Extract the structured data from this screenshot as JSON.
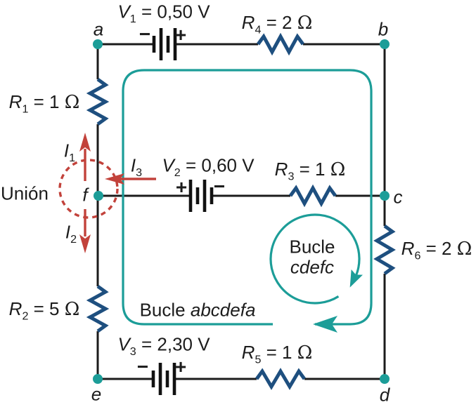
{
  "colors": {
    "teal": "#1c9d98",
    "navy": "#1e4f7f",
    "red": "#c2423b",
    "wire": "#1b1b1b"
  },
  "labels": {
    "v1": {
      "sym": "V",
      "sub": "1",
      "eq": " = 0,50 ",
      "unit": "V"
    },
    "v2": {
      "sym": "V",
      "sub": "2",
      "eq": " = 0,60 ",
      "unit": "V"
    },
    "v3": {
      "sym": "V",
      "sub": "3",
      "eq": " = 2,30 ",
      "unit": "V"
    },
    "r1": {
      "sym": "R",
      "sub": "1",
      "eq": " = 1 ",
      "unit": "Ω"
    },
    "r2": {
      "sym": "R",
      "sub": "2",
      "eq": " = 5 ",
      "unit": "Ω"
    },
    "r3": {
      "sym": "R",
      "sub": "3",
      "eq": " = 1 ",
      "unit": "Ω"
    },
    "r4": {
      "sym": "R",
      "sub": "4",
      "eq": " = 2 ",
      "unit": "Ω"
    },
    "r5": {
      "sym": "R",
      "sub": "5",
      "eq": " = 1 ",
      "unit": "Ω"
    },
    "r6": {
      "sym": "R",
      "sub": "6",
      "eq": " = 2 ",
      "unit": "Ω"
    }
  },
  "nodes": {
    "a": "a",
    "b": "b",
    "c": "c",
    "d": "d",
    "e": "e",
    "f": "f"
  },
  "currents": {
    "i1": {
      "sym": "I",
      "sub": "1"
    },
    "i2": {
      "sym": "I",
      "sub": "2"
    },
    "i3": {
      "sym": "I",
      "sub": "3"
    }
  },
  "junction": {
    "label": "Unión"
  },
  "loops": {
    "outer": {
      "word": "Bucle",
      "path": "abcdefa"
    },
    "inner": {
      "word": "Bucle",
      "path": "cdefc"
    }
  },
  "battery_signs": {
    "v1": {
      "left": "−",
      "right": "+"
    },
    "v2": {
      "left": "+",
      "right": "−"
    },
    "v3": {
      "left": "−",
      "right": "+"
    }
  }
}
